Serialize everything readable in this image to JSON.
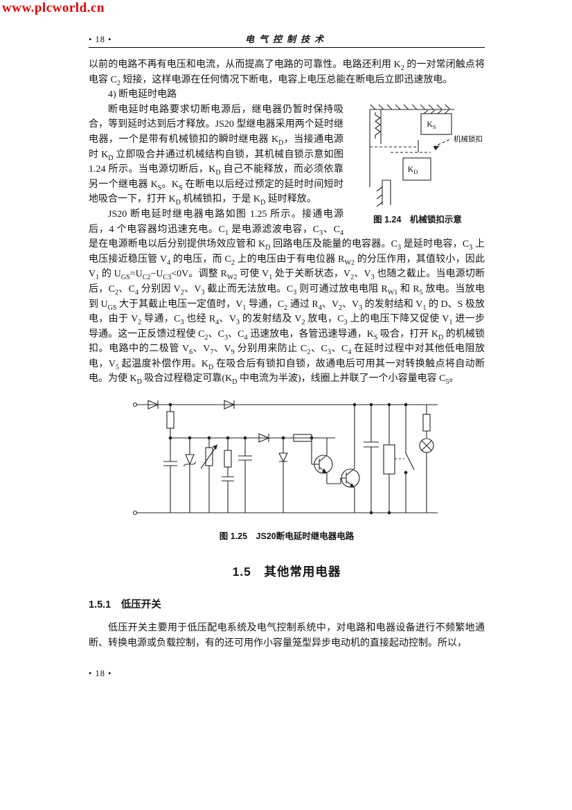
{
  "watermark": "www.plcworld.cn",
  "header": {
    "page_number": "• 18 •",
    "title": "电气控制技术"
  },
  "paragraphs": {
    "p1": "以前的电路不再有电压和电流，从而提高了电路的可靠性。电路还利用 K<sub>2</sub> 的一对常闭触点将电容 C<sub>2</sub> 短接，这样电源在任何情况下断电，电容上电压总能在断电后立即迅速放电。",
    "p2_heading": "4) 断电延时电路",
    "p3": "断电延时电路要求切断电源后，继电器仍暂时保持吸合，等到延时达到后才释放。JS20 型继电器采用两个延时继电器，一个是带有机械锁扣的瞬时继电器 K<sub>D</sub>，当接通电源时 K<sub>D</sub> 立即吸合并通过机械结构自锁，其机械自锁示意如图 1.24 所示。当电源切断后，K<sub>D</sub> 自己不能释放，而必须依靠另一个继电器 K<sub>S</sub>。K<sub>S</sub> 在断电以后经过预定的延时时间短时地吸合一下，打开 K<sub>D</sub> 机械锁扣，于是 K<sub>D</sub> 延时释放。",
    "p4": "JS20 断电延时继电器电路如图 1.25 所示。接通电源后，4 个电容器均迅速充电。C<sub>1</sub> 是电源滤波电容，C<sub>3</sub>、C<sub>4</sub> 是在电源断电以后分别提供场效应管和 K<sub>D</sub> 回路电压及能量的电容器。C<sub>3</sub> 是延时电容，C<sub>3</sub> 上电压接近稳压管 V<sub>4</sub> 的电压，而 C<sub>2</sub> 上的电压由于有电位器 R<sub>W2</sub> 的分压作用，其值较小，因此 V<sub>1</sub> 的 U<sub>GS</sub>=U<sub>C2</sub>−U<sub>C3</sub>&lt;0V。调整 R<sub>W2</sub> 可使 V<sub>1</sub> 处于关断状态，V<sub>2</sub>、V<sub>3</sub> 也随之截止。当电源切断后，C<sub>2</sub>、C<sub>4</sub> 分别因 V<sub>2</sub>、V<sub>3</sub> 截止而无法放电。C<sub>3</sub> 则可通过放电电阻 R<sub>W1</sub> 和 R<sub>5</sub> 放电。当放电到 U<sub>GS</sub> 大于其截止电压一定值时，V<sub>1</sub> 导通，C<sub>2</sub> 通过 R<sub>4</sub>、V<sub>2</sub>、V<sub>3</sub> 的发射结和 V<sub>1</sub> 的 D、S 极放电，由于 V<sub>2</sub> 导通，C<sub>3</sub> 也经 R<sub>4</sub>、V<sub>3</sub> 的发射结及 V<sub>2</sub> 放电，C<sub>3</sub> 上的电压下降又促使 V<sub>1</sub> 进一步导通。这一正反馈过程使 C<sub>2</sub>、C<sub>3</sub>、C<sub>4</sub> 迅速放电，各管迅速导通，K<sub>S</sub> 吸合，打开 K<sub>D</sub> 的机械锁扣。电路中的二极管 V<sub>6</sub>、V<sub>7</sub>、V<sub>9</sub> 分别用来防止 C<sub>2</sub>、C<sub>3</sub>、C<sub>4</sub> 在延时过程中对其他低电阻放电，V<sub>5</sub> 起温度补偿作用。K<sub>D</sub> 在吸合后有锁扣自锁，故通电后可用其一对转换触点将自动断电。为使 K<sub>D</sub> 吸合过程稳定可靠(K<sub>D</sub> 中电流为半波)，线圈上并联了一个小容量电容 C<sub>5</sub>。"
  },
  "figure_124": {
    "caption": "图 1.24　机械锁扣示意",
    "label_k": "K",
    "label_s_sub": "S",
    "label_d_sub": "D",
    "label_lock": "机械锁扣"
  },
  "figure_125": {
    "caption": "图 1.25　JS20断电延时继电器电路"
  },
  "section": {
    "heading": "1.5　其他常用电器",
    "subsection": "1.5.1　低压开关",
    "body": "低压开关主要用于低压配电系统及电气控制系统中，对电路和电器设备进行不频繁地通断、转换电源或负载控制，有的还可用作小容量笼型异步电动机的直接起动控制。所以，"
  },
  "footer": "• 18 •"
}
